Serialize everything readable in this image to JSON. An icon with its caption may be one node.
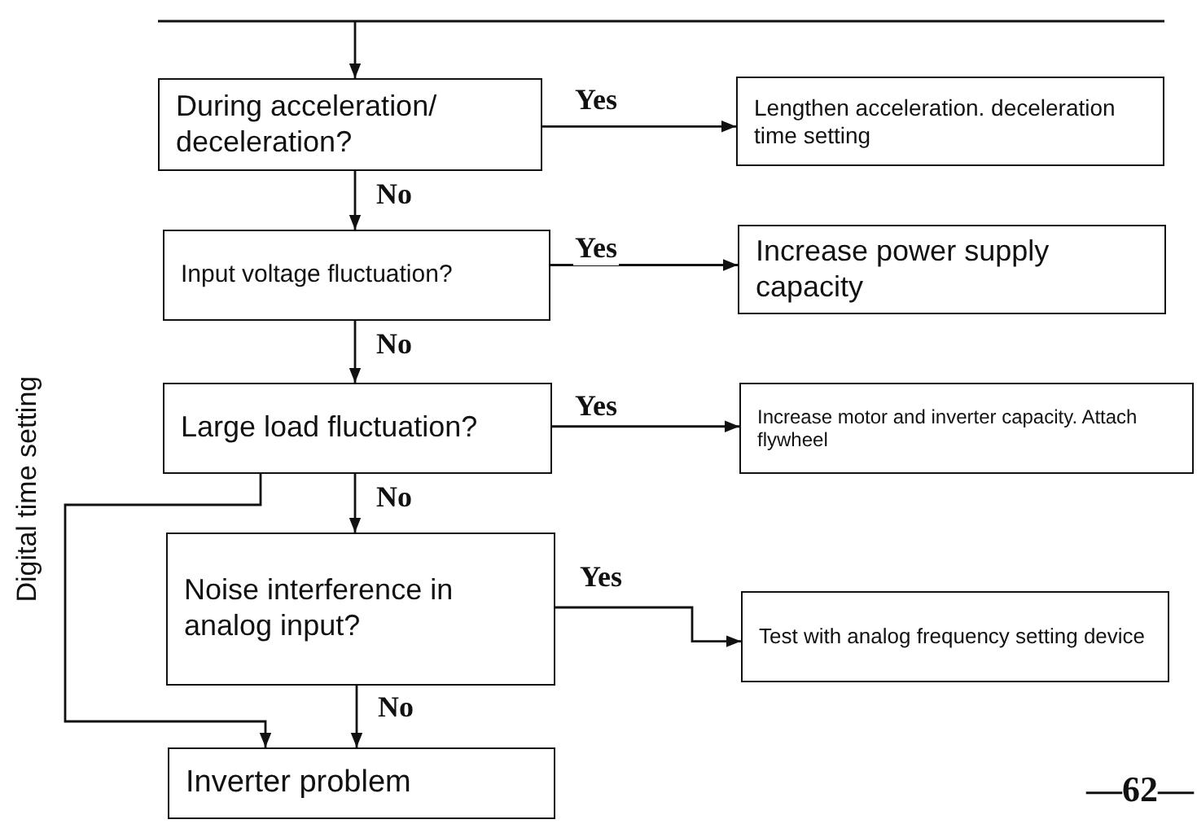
{
  "diagram": {
    "nodes": [
      {
        "text": [
          "During acceleration/ deceleration?"
        ]
      },
      {
        "text": [
          "Lengthen acceleration. deceleration time setting"
        ]
      },
      {
        "text": [
          "Input voltage fluctuation?"
        ]
      },
      {
        "text": [
          "Increase power supply capacity"
        ]
      },
      {
        "text": [
          "Large load fluctuation?"
        ]
      },
      {
        "text": [
          "Increase motor and inverter capacity. Attach flywheel"
        ]
      },
      {
        "text": [
          "Noise interference in analog input?"
        ]
      },
      {
        "text": [
          "Test with analog frequency setting device"
        ]
      },
      {
        "text": [
          "Inverter problem"
        ]
      }
    ],
    "edges": [
      {
        "from": null,
        "to": 0,
        "arrow": "to"
      },
      {
        "from": 0,
        "to": 1,
        "label": "Yes",
        "arrow": "to"
      },
      {
        "from": 0,
        "to": 2,
        "label": "No",
        "arrow": "to"
      },
      {
        "from": 2,
        "to": 3,
        "label": "Yes",
        "arrow": "to"
      },
      {
        "from": 2,
        "to": 4,
        "label": "No",
        "arrow": "to"
      },
      {
        "from": 4,
        "to": 5,
        "label": "Yes",
        "arrow": "to"
      },
      {
        "from": 4,
        "to": 6,
        "label": "No",
        "arrow": "to"
      },
      {
        "from": 6,
        "to": 7,
        "label": "Yes",
        "arrow": "to"
      },
      {
        "from": 6,
        "to": 8,
        "label": "No",
        "arrow": "to"
      },
      {
        "from": 4,
        "to": 8,
        "label": "Digital time setting",
        "arrow": "to"
      }
    ],
    "labels": [
      "—62—"
    ]
  }
}
